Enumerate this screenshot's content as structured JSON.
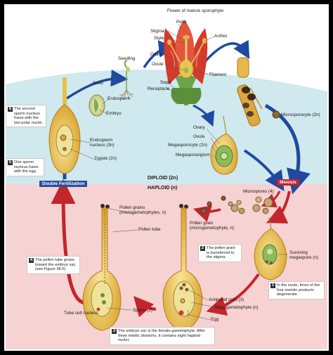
{
  "phases": {
    "diploid": "DIPLOID (2n)",
    "haploid": "HAPLOID (n)"
  },
  "events": {
    "meiosis": "Meiosis",
    "double_fertilization": "Double Fertilization"
  },
  "labels": {
    "flower_title": "Flower of mature sporophyte",
    "petal": "Petal",
    "stigma": "Stigma",
    "style": "Style",
    "anther": "Anther",
    "ovary": "Ovary",
    "ovule": "Ovule",
    "filament": "Filament",
    "sepal": "Sepal",
    "receptacle": "Receptacle",
    "seedling": "Seedling",
    "seed": "Seed",
    "endosperm": "Endosperm",
    "embryo": "Embryo",
    "microsporocyte": "Microsporocyte (2n)",
    "ovary2": "Ovary",
    "ovule2": "Ovule",
    "megasporocyte": "Megasporocyte (2n)",
    "megasporangium": "Megasporangium",
    "endosperm_nucleus": "Endosperm nucleus (3n)",
    "zygote": "Zygote (2n)",
    "microspores": "Microspores (4)",
    "pollen_grains": "Pollen grains (microgametophytes, n)",
    "pollen_grain": "Pollen grain (microgametophyte, n)",
    "pollen_tube": "Pollen tube",
    "surviving_megaspore": "Surviving megaspore (n)",
    "antipodal_cells": "Antipodal cells (3)",
    "megagametophyte": "Megagametophyte (n)",
    "egg": "Egg",
    "sperm": "Sperm (2)",
    "tube_cell_nucleus": "Tube cell nucleus"
  },
  "notes": [
    {
      "num": "1",
      "text": "In the ovule, three of the four meiotic products degenerate."
    },
    {
      "num": "2",
      "text": "The pollen grain is transferred to the stigma."
    },
    {
      "num": "3",
      "text": "The embryo sac is the female gametophyte. After three mitotic divisions, it contains eight haploid nuclei."
    },
    {
      "num": "4",
      "text": "The pollen tube grows toward the embryo sac (see Figure 38.5)."
    },
    {
      "num": "5",
      "text": "One sperm nucleus fuses with the egg."
    },
    {
      "num": "6",
      "text": "The second sperm nucleus fuses with the two polar nuclei."
    }
  ],
  "colors": {
    "diploid_bg": "#cfe9ee",
    "haploid_bg": "#f7d2d2",
    "cycle_arrow_blue": "#1f4aa0",
    "cycle_arrow_red": "#c2262b",
    "ovule_fill": "#e8c04a",
    "embryo_green": "#8dbb5a"
  }
}
